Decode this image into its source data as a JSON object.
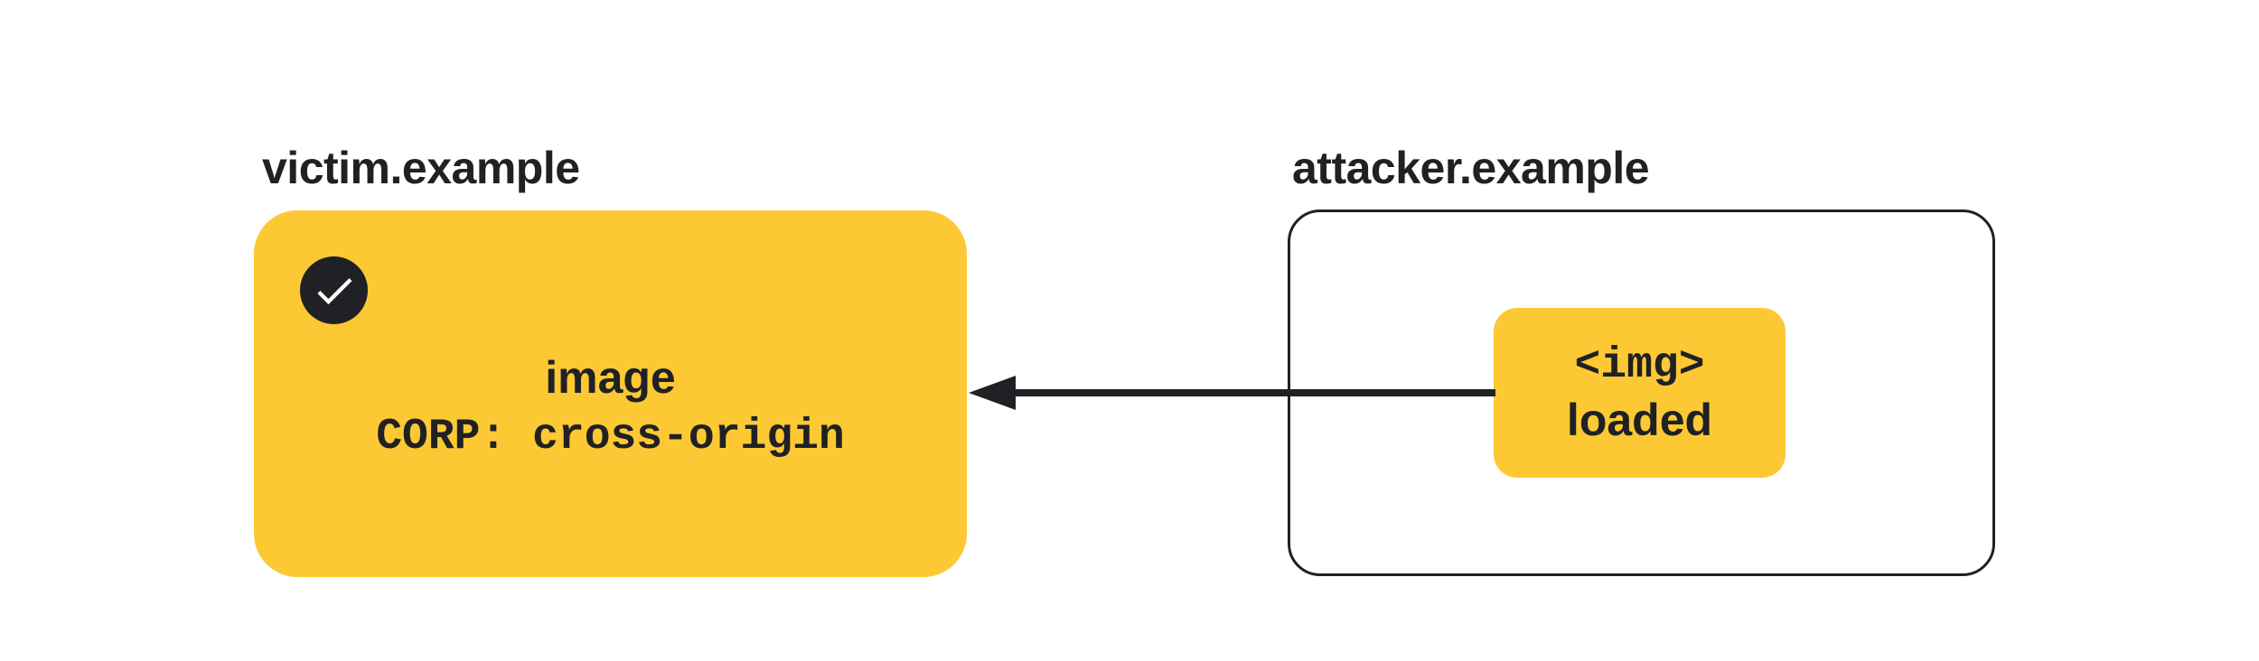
{
  "theme": {
    "background": "#FFFFFF",
    "yellow": "#FCC934",
    "ink": "#202124"
  },
  "victim": {
    "domain": "victim.example",
    "status_icon": "check-icon",
    "resource_line": "image",
    "policy_line": "CORP: cross-origin"
  },
  "attacker": {
    "domain": "attacker.example",
    "embed_line": "<img>",
    "result_line": "loaded"
  },
  "arrow": {
    "direction": "right-to-left",
    "from": "attacker.example <img> chip",
    "to": "victim.example image"
  }
}
